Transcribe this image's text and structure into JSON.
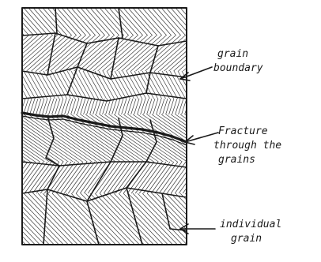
{
  "diagram": {
    "labels": [
      {
        "id": "grain-boundary",
        "lines": [
          "grain",
          "boundary"
        ]
      },
      {
        "id": "fracture",
        "lines": [
          "Fracture",
          "through the",
          "grains"
        ]
      },
      {
        "id": "individual-grain",
        "lines": [
          "individual",
          "grain"
        ]
      }
    ]
  }
}
